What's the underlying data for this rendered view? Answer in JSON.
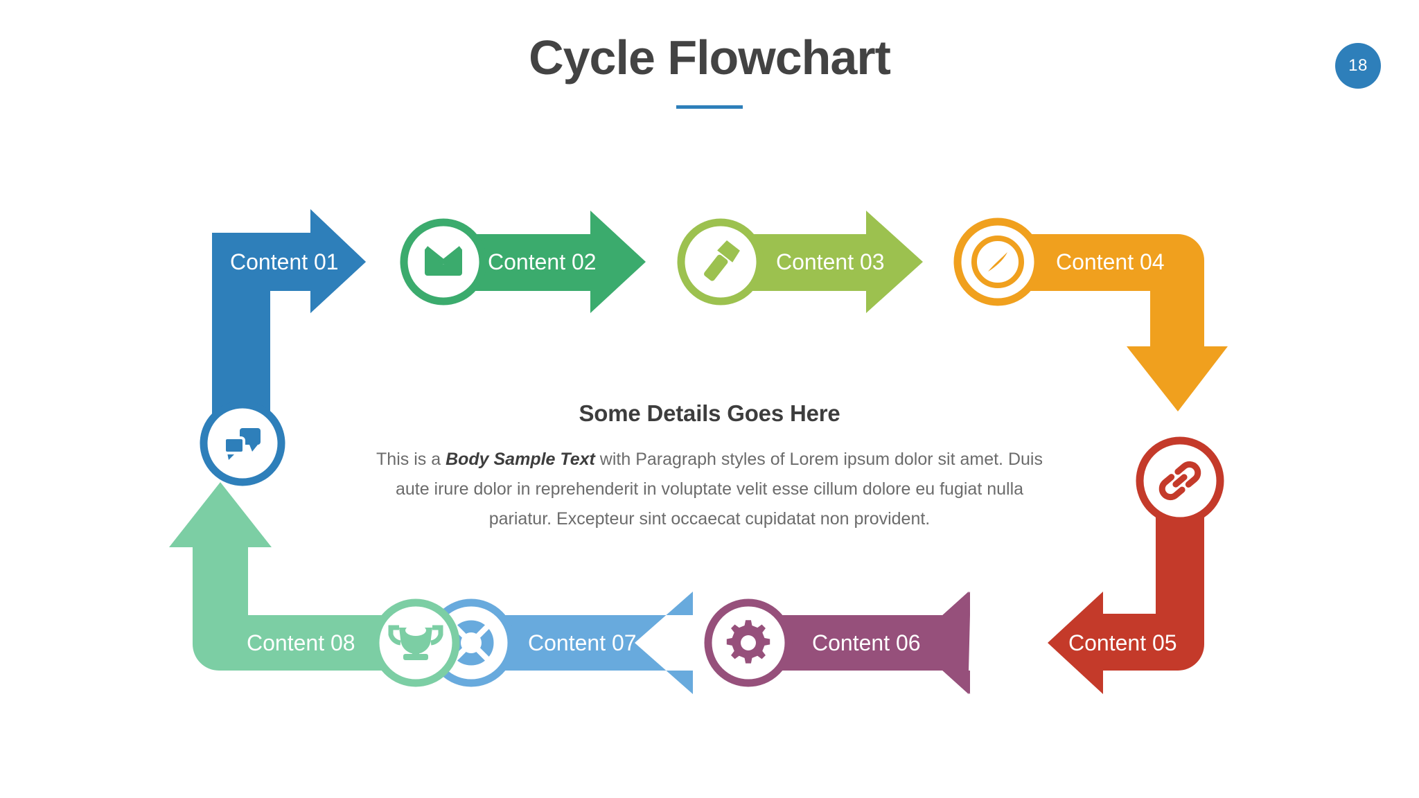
{
  "header": {
    "title": "Cycle Flowchart",
    "page_number": "18",
    "accent_color": "#2e7fba"
  },
  "center": {
    "heading": "Some Details Goes Here",
    "body_lead": "This is a ",
    "body_emphasis": "Body Sample Text",
    "body_rest": " with Paragraph styles of Lorem ipsum dolor sit amet. Duis aute irure dolor in reprehenderit in voluptate velit esse cillum dolore eu fugiat nulla pariatur. Excepteur sint occaecat cupidatat non provident."
  },
  "chart_data": {
    "type": "diagram",
    "subtype": "cycle-flowchart",
    "title": "Cycle Flowchart",
    "direction": "clockwise",
    "steps": [
      {
        "id": "01",
        "label": "Content 01",
        "color": "#2e7fba",
        "icon": "chat-bubbles-icon",
        "orientation": "right-then-down-stem",
        "row": "top"
      },
      {
        "id": "02",
        "label": "Content 02",
        "color": "#3bab6d",
        "icon": "envelope-icon",
        "orientation": "right",
        "row": "top"
      },
      {
        "id": "03",
        "label": "Content 03",
        "color": "#9cc14f",
        "icon": "flashlight-icon",
        "orientation": "right",
        "row": "top"
      },
      {
        "id": "04",
        "label": "Content 04",
        "color": "#f0a01e",
        "icon": "compass-icon",
        "orientation": "right-then-down",
        "row": "top"
      },
      {
        "id": "05",
        "label": "Content 05",
        "color": "#c43a2a",
        "icon": "link-icon",
        "orientation": "down-then-left",
        "row": "bottom"
      },
      {
        "id": "06",
        "label": "Content 06",
        "color": "#96507b",
        "icon": "gear-icon",
        "orientation": "left",
        "row": "bottom"
      },
      {
        "id": "07",
        "label": "Content 07",
        "color": "#68aadd",
        "icon": "lifebuoy-icon",
        "orientation": "left",
        "row": "bottom"
      },
      {
        "id": "08",
        "label": "Content 08",
        "color": "#76ceа4",
        "icon": "trophy-icon",
        "orientation": "left-then-up",
        "row": "bottom"
      }
    ]
  }
}
